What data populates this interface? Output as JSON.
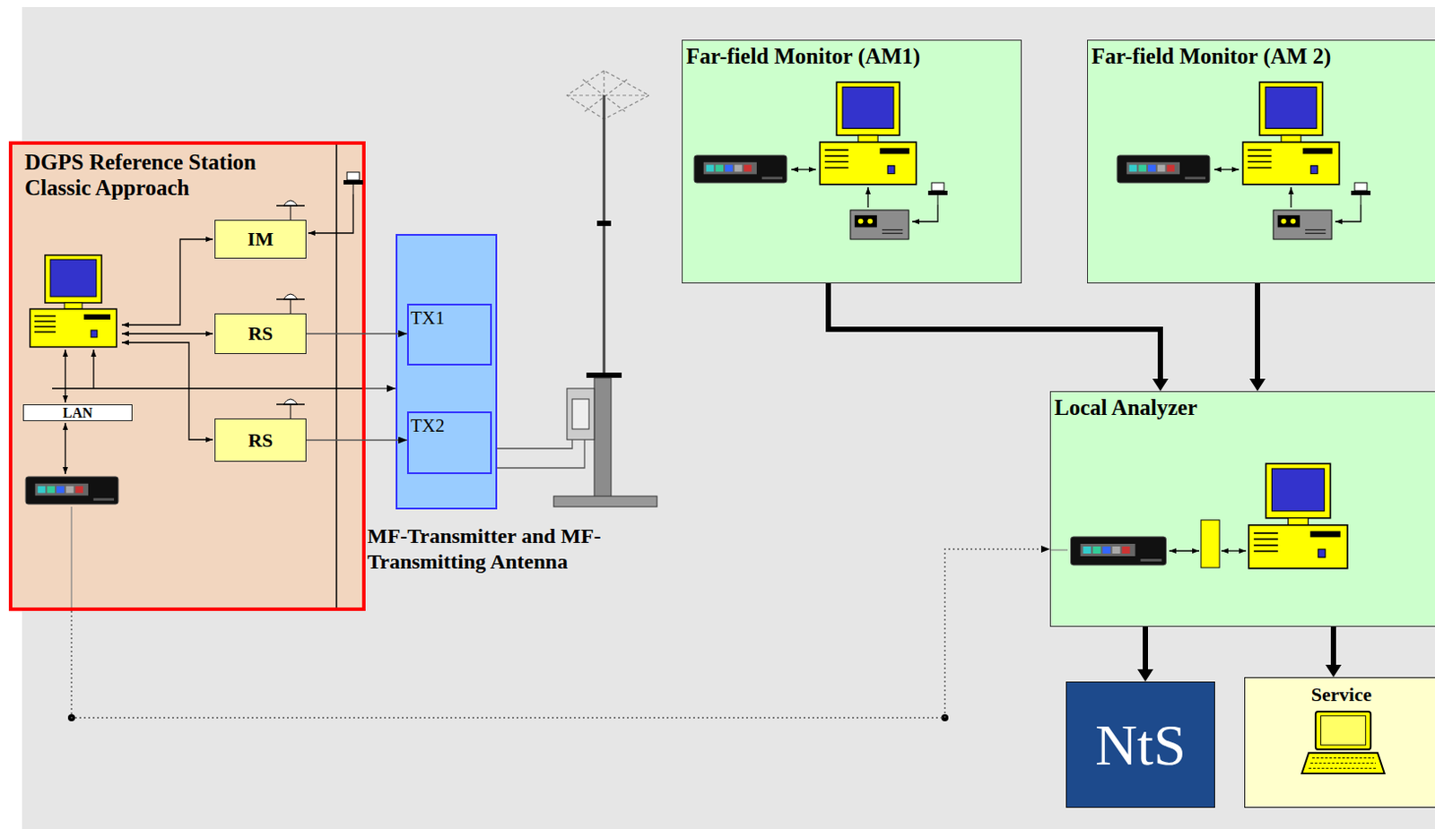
{
  "diagram": {
    "nodes": [
      {
        "text": [
          "DGPS Reference Station Classic Approach"
        ]
      },
      {
        "text": [
          "IM"
        ],
        "in": 0
      },
      {
        "text": [
          "RS"
        ],
        "in": 0
      },
      {
        "text": [
          "RS"
        ],
        "in": 0
      },
      {
        "text": [
          "LAN"
        ],
        "in": 0
      },
      {
        "text": [
          "MF-Transmitter and MF-Transmitting Antenna"
        ]
      },
      {
        "text": [
          "TX1"
        ],
        "in": 5
      },
      {
        "text": [
          "TX2"
        ],
        "in": 5
      },
      {
        "text": [
          "Far-field Monitor (AM1)"
        ]
      },
      {
        "text": [
          "Far-field Monitor (AM 2)"
        ]
      },
      {
        "text": [
          "Local Analyzer"
        ]
      },
      {
        "text": [
          "NtS"
        ]
      },
      {
        "text": [
          "Service"
        ]
      }
    ],
    "edges": [
      {
        "from": 2,
        "to": 6,
        "arrow": "to"
      },
      {
        "from": 3,
        "to": 7,
        "arrow": "to"
      },
      {
        "from": 0,
        "to": 5,
        "arrow": "to"
      },
      {
        "from": 8,
        "to": 10,
        "arrow": "to"
      },
      {
        "from": 9,
        "to": 10,
        "arrow": "to"
      },
      {
        "from": 10,
        "to": 11,
        "arrow": "to"
      },
      {
        "from": 10,
        "to": 12,
        "arrow": "to"
      },
      {
        "from": 0,
        "to": 10,
        "arrow": "to"
      }
    ]
  }
}
